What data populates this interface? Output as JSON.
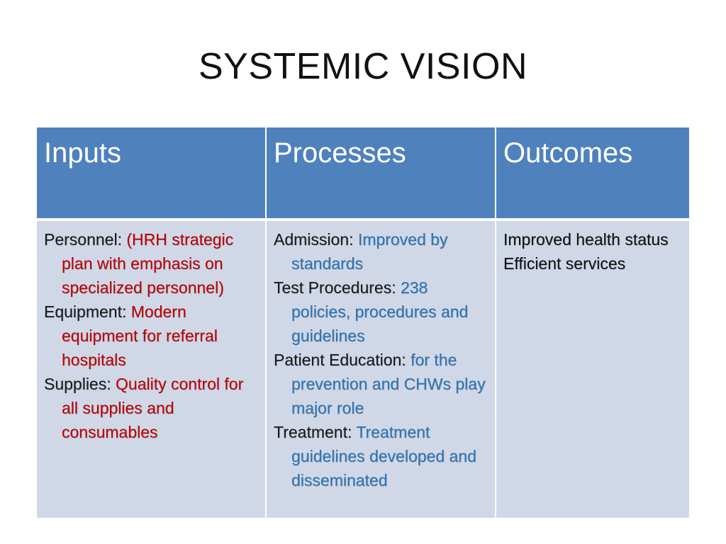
{
  "slide": {
    "title": "SYSTEMIC VISION"
  },
  "table": {
    "headers": [
      "Inputs",
      "Processes",
      "Outcomes"
    ],
    "inputs": [
      {
        "label": "Personnel: ",
        "value": "(HRH strategic plan with emphasis on specialized personnel)"
      },
      {
        "label": "Equipment: ",
        "value": "Modern equipment for referral hospitals"
      },
      {
        "label": "Supplies: ",
        "value": "Quality control for all supplies and consumables"
      }
    ],
    "processes": [
      {
        "label": "Admission: ",
        "value": "Improved by standards"
      },
      {
        "label": "Test Procedures: ",
        "value": "238 policies, procedures and guidelines"
      },
      {
        "label": "Patient Education: ",
        "value": "for the prevention and CHWs play major role"
      },
      {
        "label": "Treatment: ",
        "value": "Treatment guidelines developed and disseminated"
      }
    ],
    "outcomes": [
      "Improved health status",
      "Efficient services"
    ]
  },
  "colors": {
    "header_bg": "#4f81bd",
    "body_bg": "#d0d8e8",
    "inputs_value": "#c00000",
    "processes_value": "#2e75b6"
  }
}
